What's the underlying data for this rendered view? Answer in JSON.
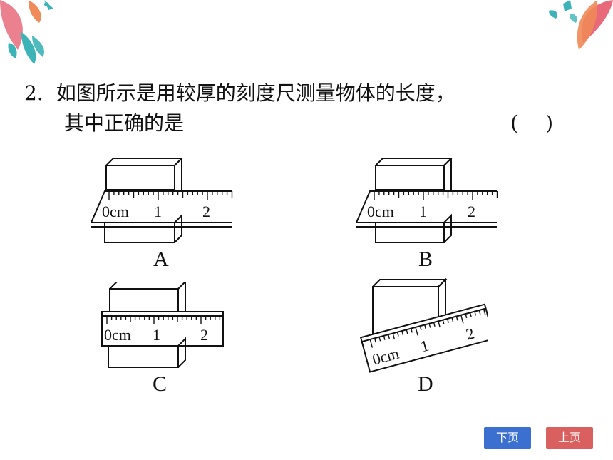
{
  "question": {
    "number": "2.",
    "line1": "如图所示是用较厚的刻度尺测量物体的长度，",
    "line2": "其中正确的是",
    "answer_paren": "()"
  },
  "options": [
    {
      "label": "A",
      "ruler_text": "0cm",
      "tick_1": "1",
      "tick_2": "2"
    },
    {
      "label": "B",
      "ruler_text": "0cm",
      "tick_1": "1",
      "tick_2": "2"
    },
    {
      "label": "C",
      "ruler_text": "0cm",
      "tick_1": "1",
      "tick_2": "2"
    },
    {
      "label": "D",
      "ruler_text": "0cm",
      "tick_1": "1",
      "tick_2": "2"
    }
  ],
  "nav": {
    "next_label": "下页",
    "prev_label": "上页",
    "next_color": "#3b6fd0",
    "prev_color": "#d9605f"
  },
  "decor": {
    "leaf_teal": "#3cb4b7",
    "leaf_pink": "#e86a7a",
    "leaf_orange": "#f08a58"
  }
}
